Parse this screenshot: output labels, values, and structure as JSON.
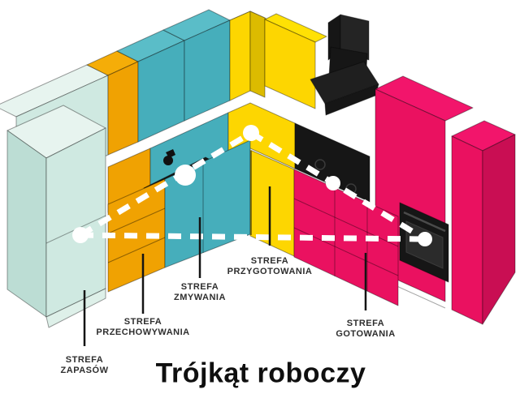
{
  "title": "Trójkąt roboczy",
  "labels": {
    "zones": [
      {
        "id": "supplies",
        "line1": "STREFA",
        "line2": "ZAPASÓW",
        "color": "#cfe9e1"
      },
      {
        "id": "storage",
        "line1": "STREFA",
        "line2": "PRZECHOWYWANIA",
        "color": "#f0a202"
      },
      {
        "id": "washing",
        "line1": "STREFA",
        "line2": "ZMYWANIA",
        "color": "#46aebb"
      },
      {
        "id": "preparation",
        "line1": "STREFA",
        "line2": "PRZYGOTOWANIA",
        "color": "#fdd601"
      },
      {
        "id": "cooking",
        "line1": "STREFA",
        "line2": "GOTOWANIA",
        "color": "#ea1160"
      }
    ]
  },
  "colors": {
    "background": "#ffffff",
    "mint": "#cfe9e1",
    "mint_side": "#bcddd4",
    "mint_top": "#e7f4ef",
    "mint_plinth": "#def0e9",
    "orange": "#f0a202",
    "orange_top": "#f5ad08",
    "teal": "#46aebb",
    "teal_top": "#5abdc8",
    "yellow": "#fdd601",
    "yellow_top": "#ffe104",
    "yellow_side": "#dcbb00",
    "pink": "#ea1160",
    "pink_top": "#f2156b",
    "pink_side": "#c90e53",
    "appliance_black": "#161616",
    "appliance_inner": "#2b2b2b",
    "triangle_white": "#ffffff",
    "leader_line": "#141414",
    "label_text": "#2e2e2e",
    "title_text": "#0f0f0f"
  }
}
